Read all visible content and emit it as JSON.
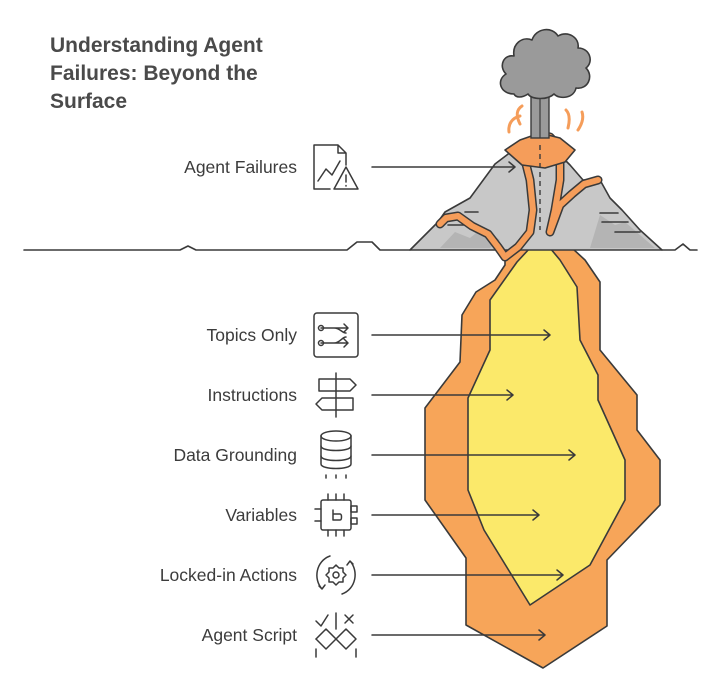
{
  "title": {
    "line1": "Understanding Agent",
    "line2": "Failures: Beyond the",
    "line3": "Surface"
  },
  "colors": {
    "rock": "#c8c8c8",
    "rock_dark": "#b4b4b4",
    "smoke": "#9a9a9a",
    "magma_outer": "#f7a559",
    "magma_inner": "#fbe96a",
    "magma_stream": "#f59d5a",
    "outline": "#3a3a3a",
    "text": "#3c3c3c"
  },
  "levels": [
    {
      "id": "agent-failures",
      "label": "Agent Failures",
      "icon": "chart-warning-icon"
    },
    {
      "id": "topics-only",
      "label": "Topics Only",
      "icon": "branching-flow-icon"
    },
    {
      "id": "instructions",
      "label": "Instructions",
      "icon": "signpost-icon"
    },
    {
      "id": "data-grounding",
      "label": "Data Grounding",
      "icon": "database-icon"
    },
    {
      "id": "variables",
      "label": "Variables",
      "icon": "microchip-icon"
    },
    {
      "id": "locked-in-actions",
      "label": "Locked-in Actions",
      "icon": "gear-cycle-icon"
    },
    {
      "id": "agent-script",
      "label": "Agent Script",
      "icon": "decision-check-icon"
    }
  ]
}
